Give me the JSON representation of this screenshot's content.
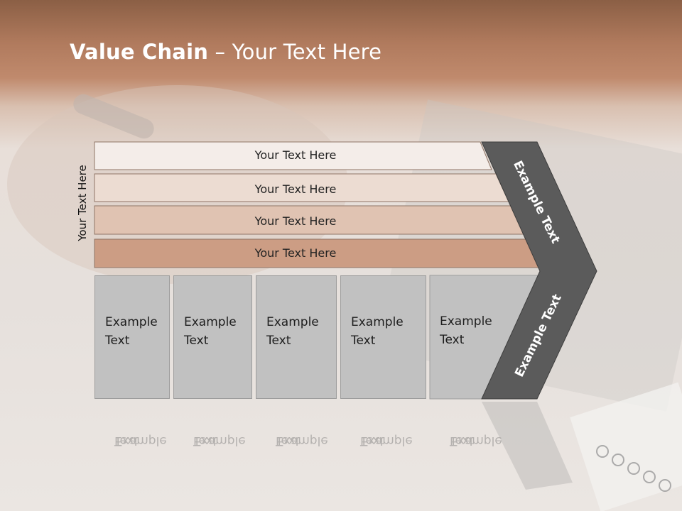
{
  "slide": {
    "title_bold": "Value Chain",
    "title_rest": " – Your Text Here",
    "side_label": "Your Text Here",
    "bands": [
      "Your Text Here",
      "Your Text Here",
      "Your Text Here",
      "Your Text Here"
    ],
    "boxes": [
      {
        "line1": "Example",
        "line2": "Text"
      },
      {
        "line1": "Example",
        "line2": "Text"
      },
      {
        "line1": "Example",
        "line2": "Text"
      },
      {
        "line1": "Example",
        "line2": "Text"
      },
      {
        "line1": "Example",
        "line2": "Text"
      }
    ],
    "chevron_top_text": "Example Text",
    "chevron_bottom_text": "Example Text"
  },
  "colors": {
    "header": "#b07a5d",
    "band1": "#f4ede9",
    "band2": "#ecdcd2",
    "band3": "#e0c3b2",
    "band4": "#cc9d84",
    "chevron": "#5b5b5b",
    "box": "#c1c1c1"
  }
}
